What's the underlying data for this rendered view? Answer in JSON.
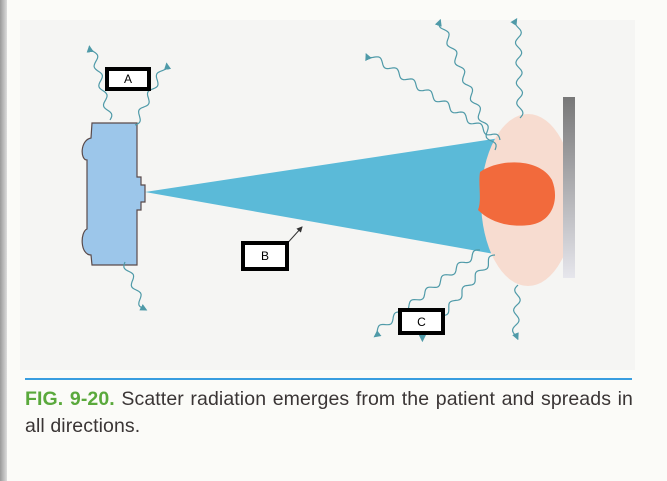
{
  "labels": {
    "a": "A",
    "b": "B",
    "c": "C"
  },
  "caption": {
    "figure_number": "FIG. 9-20.",
    "text": " Scatter radiation emerges from the patient and spreads in all directions."
  },
  "colors": {
    "beam": "#5bbad8",
    "tube": "#9cc6ea",
    "patient_outline": "#f7dcd0",
    "head": "#f26a3c",
    "scatter": "#4f9aa8",
    "caption_rule": "#3a9ee0",
    "figure_number": "#5aa93c"
  }
}
